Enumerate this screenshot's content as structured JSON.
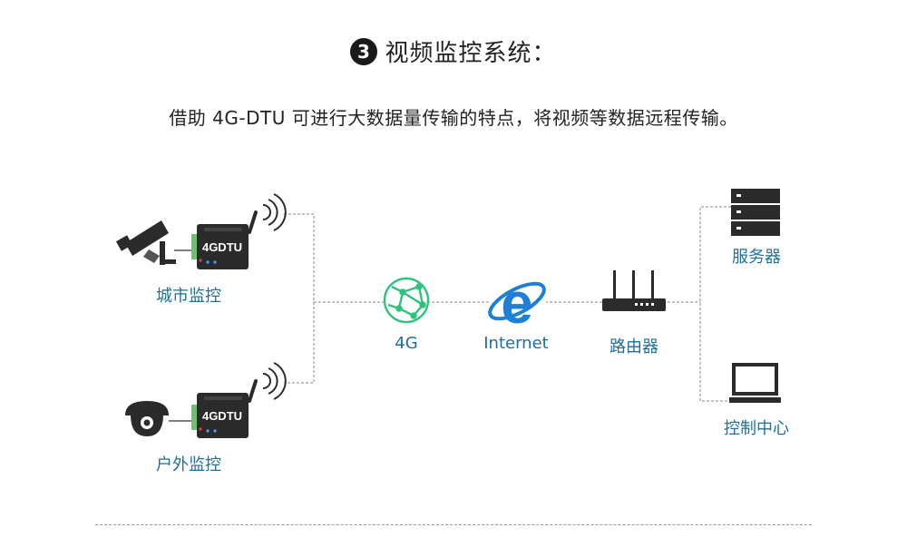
{
  "header": {
    "step_number": "3",
    "title": "视频监控系统：",
    "subtitle": "借助 4G-DTU 可进行大数据量传输的特点，将视频等数据远程传输。"
  },
  "devices": {
    "dtu_label": "4GDTU"
  },
  "nodes": {
    "city_monitor": "城市监控",
    "outdoor_monitor": "户外监控",
    "network_4g": "4G",
    "internet": "Internet",
    "router": "路由器",
    "server": "服务器",
    "control_center": "控制中心"
  },
  "colors": {
    "label_blue": "#1f6f9a",
    "network_green": "#2ec27e",
    "ie_blue": "#1e7fd6",
    "device_dark": "#2b2b2b",
    "connector_gray": "#8a8a8a"
  }
}
